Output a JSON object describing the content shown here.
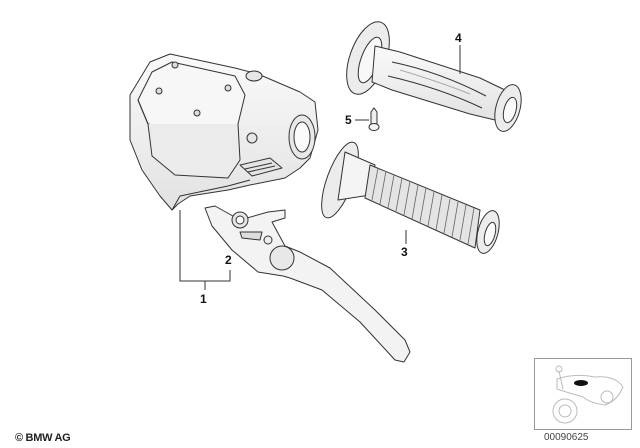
{
  "diagram": {
    "title": "Handlebar lever assembly and grips",
    "callouts": [
      {
        "id": "1",
        "label": "1"
      },
      {
        "id": "2",
        "label": "2"
      },
      {
        "id": "3",
        "label": "3"
      },
      {
        "id": "4",
        "label": "4"
      },
      {
        "id": "5",
        "label": "5"
      }
    ],
    "parts": [
      {
        "callout": "1",
        "name": "lever-fitting-housing"
      },
      {
        "callout": "2",
        "name": "hand-lever"
      },
      {
        "callout": "3",
        "name": "grip-ribbed"
      },
      {
        "callout": "4",
        "name": "grip-fluted"
      },
      {
        "callout": "5",
        "name": "screw"
      }
    ]
  },
  "footer": {
    "copyright": "© BMW AG",
    "part_number": "00090625"
  },
  "thumbnail": {
    "icon": "motorcycle-locator-icon"
  },
  "colors": {
    "line": "#333333",
    "fill": "#f4f4f4",
    "shade": "#dcdcdc",
    "highlight": "#111111"
  }
}
